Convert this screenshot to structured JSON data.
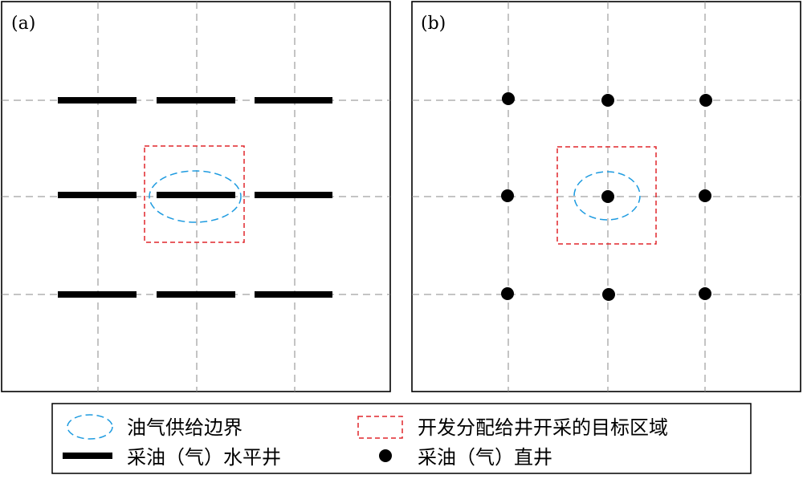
{
  "panels": [
    {
      "label": "(a)",
      "well_type": "horizontal",
      "well_grid": "3x3"
    },
    {
      "label": "(b)",
      "well_type": "vertical",
      "well_grid": "3x3"
    }
  ],
  "legend": {
    "supply_boundary": "油气供给边界",
    "target_area": "开发分配给井开采的目标区域",
    "horizontal_well": "采油（气）水平井",
    "vertical_well": "采油（气）直井"
  },
  "colors": {
    "boundary": "#1e9be0",
    "target": "#e0262b",
    "well": "#000000"
  }
}
